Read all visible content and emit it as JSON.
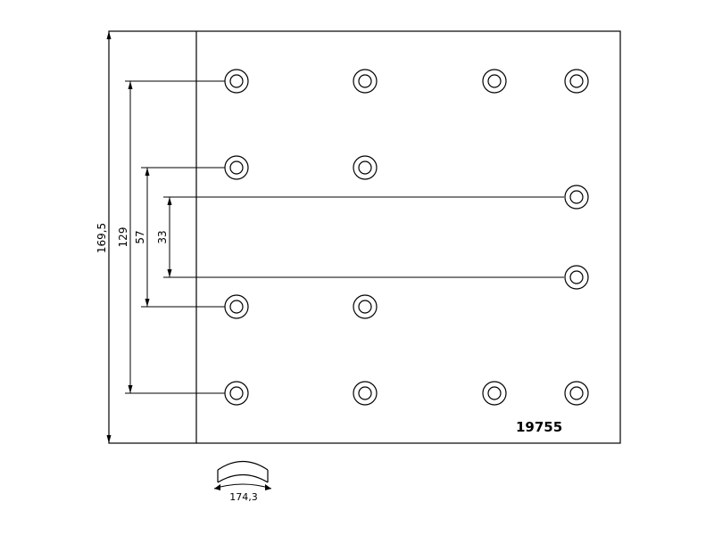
{
  "drawing": {
    "part_number": "19755",
    "dimensions": {
      "overall_height": "169,5",
      "outer_rivet_span": "129",
      "middle_rivet_span": "57",
      "inner_rivet_span": "33",
      "arc_length": "174,3"
    },
    "line_color": "#000000",
    "background_color": "#ffffff"
  }
}
